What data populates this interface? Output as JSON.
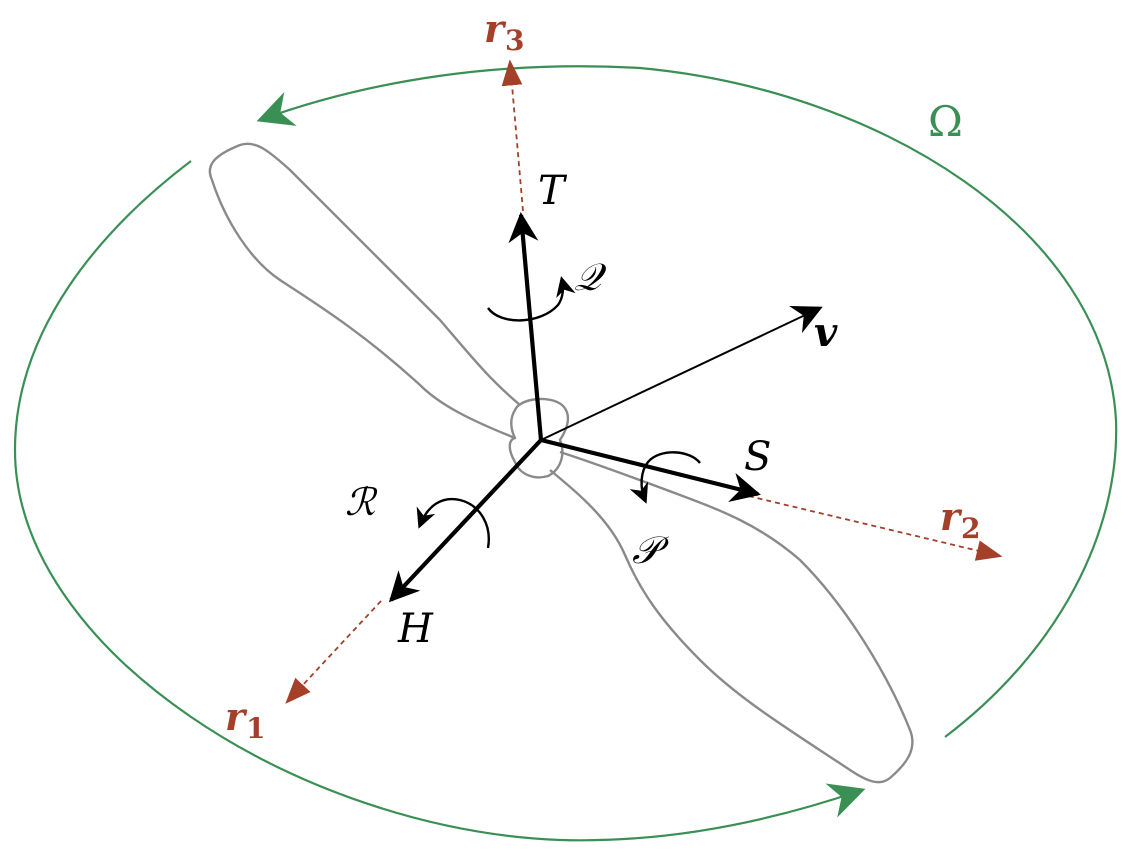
{
  "colors": {
    "rotation": "#3a8f55",
    "frame_axes": "#a4402a",
    "forces": "#000000",
    "propeller_outline": "#8a8a8a",
    "background": "#ffffff"
  },
  "labels": {
    "omega": "Ω",
    "r1": "r",
    "r1_sub": "1",
    "r2": "r",
    "r2_sub": "2",
    "r3": "r",
    "r3_sub": "3",
    "thrust": "T",
    "side_force": "S",
    "h_force": "H",
    "velocity": "v",
    "torque_q": "𝒬",
    "moment_p": "𝒫",
    "moment_r": "ℛ"
  }
}
